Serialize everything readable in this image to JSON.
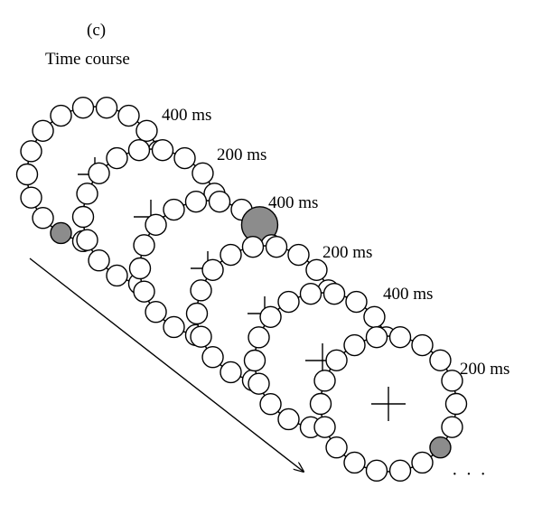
{
  "figure": {
    "panel_label": "(c)",
    "title": "Time course",
    "frame_durations": [
      "400 ms",
      "200 ms",
      "400 ms",
      "200 ms",
      "400 ms",
      "200 ms"
    ],
    "continuation": "· · ·",
    "frames": [
      {
        "duration": "400 ms",
        "marked_circle": "lower-left",
        "marked_size": "small"
      },
      {
        "duration": "200 ms",
        "marked_circle": "none"
      },
      {
        "duration": "400 ms",
        "marked_circle": "upper-right",
        "marked_size": "large"
      },
      {
        "duration": "200 ms",
        "marked_circle": "none"
      },
      {
        "duration": "400 ms",
        "marked_circle": "none"
      },
      {
        "duration": "200 ms",
        "marked_circle": "lower-right",
        "marked_size": "small"
      }
    ],
    "colors": {
      "stroke": "#000000",
      "circle_fill": "#ffffff",
      "marked_fill": "#8c8c8c",
      "background": "#ffffff"
    }
  }
}
